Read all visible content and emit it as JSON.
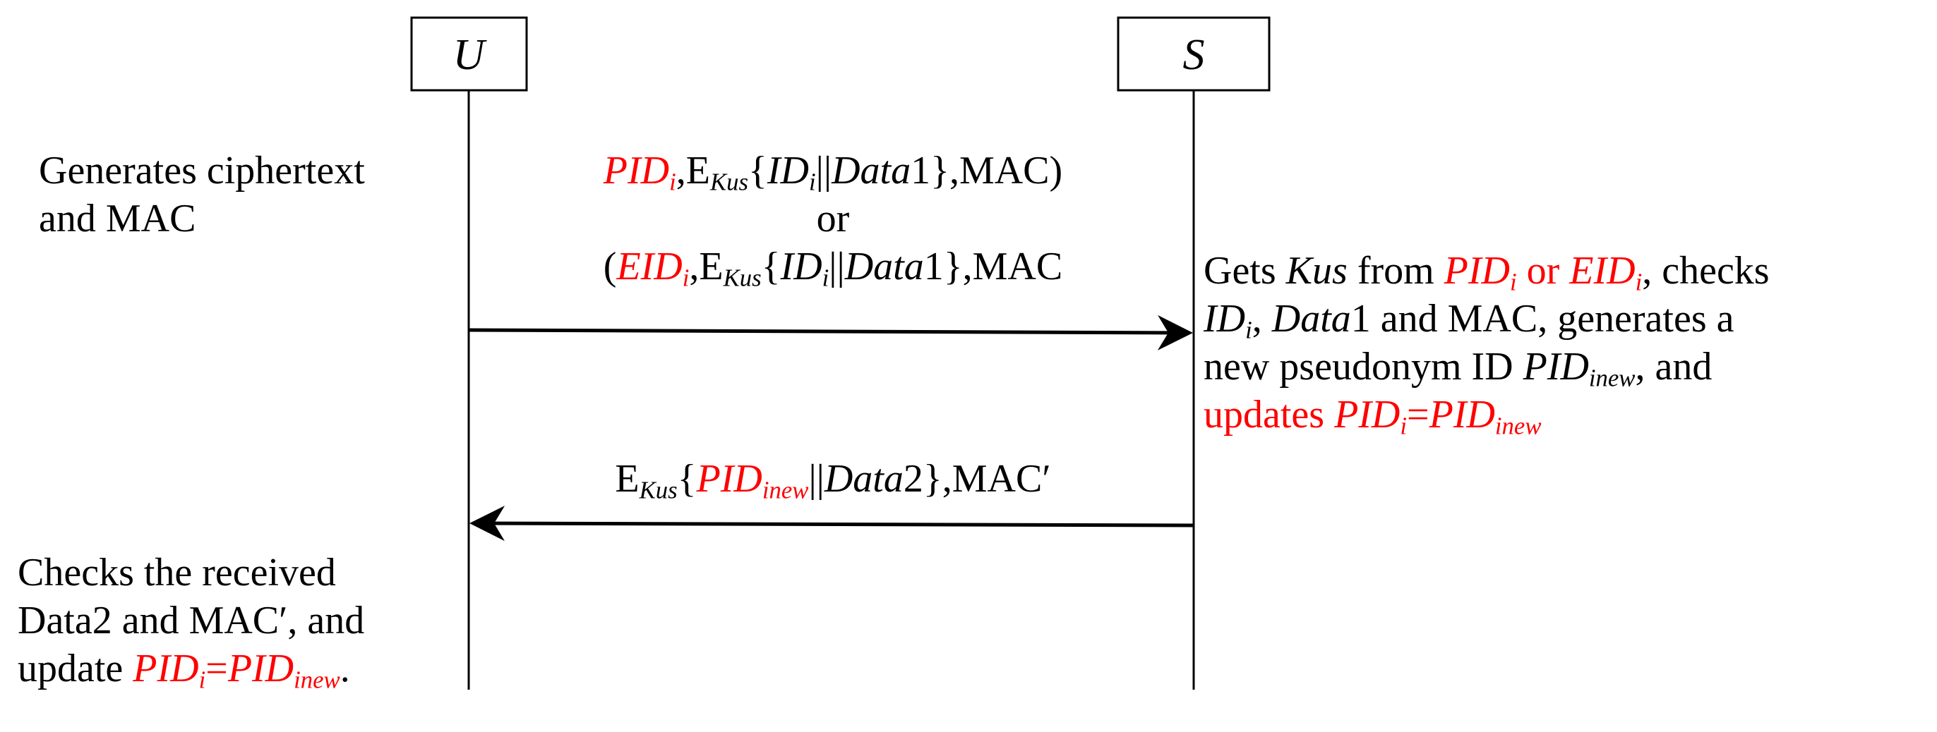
{
  "colors": {
    "line": "#000000",
    "highlight": "#ff0000"
  },
  "participants": {
    "user": "U",
    "server": "S"
  },
  "notes": {
    "user_generate": [
      "Generates ciphertext",
      "and MAC"
    ],
    "server_process": {
      "line1": [
        "Gets ",
        "Kus",
        " from ",
        "PID",
        "i",
        " or ",
        "EID",
        "i",
        ", checks"
      ],
      "line2": [
        "ID",
        "i",
        ", ",
        "Data",
        "1 and MAC, generates a"
      ],
      "line3": [
        "new pseudonym ID ",
        "PID",
        "inew",
        ", and"
      ],
      "line4": [
        "updates ",
        "PID",
        "i",
        "=",
        "PID",
        "inew"
      ]
    },
    "user_check": {
      "line1": "Checks the received",
      "line2": "Data2 and MAC′, and",
      "line3": [
        "update ",
        "PID",
        "i",
        "=",
        "PID",
        "inew",
        "."
      ]
    }
  },
  "messages": {
    "request": {
      "line1": [
        "PID",
        "i",
        ",E",
        "Kus",
        "{",
        "ID",
        "i",
        "||",
        "Data",
        "1},MAC)"
      ],
      "or": "or",
      "line3": [
        "(",
        "EID",
        "i",
        ",E",
        "Kus",
        "{",
        "ID",
        "i",
        "||",
        "Data",
        "1},MAC"
      ]
    },
    "response": [
      "E",
      "Kus",
      "{",
      "PID",
      "inew",
      "||",
      "Data",
      "2},MAC′"
    ]
  }
}
